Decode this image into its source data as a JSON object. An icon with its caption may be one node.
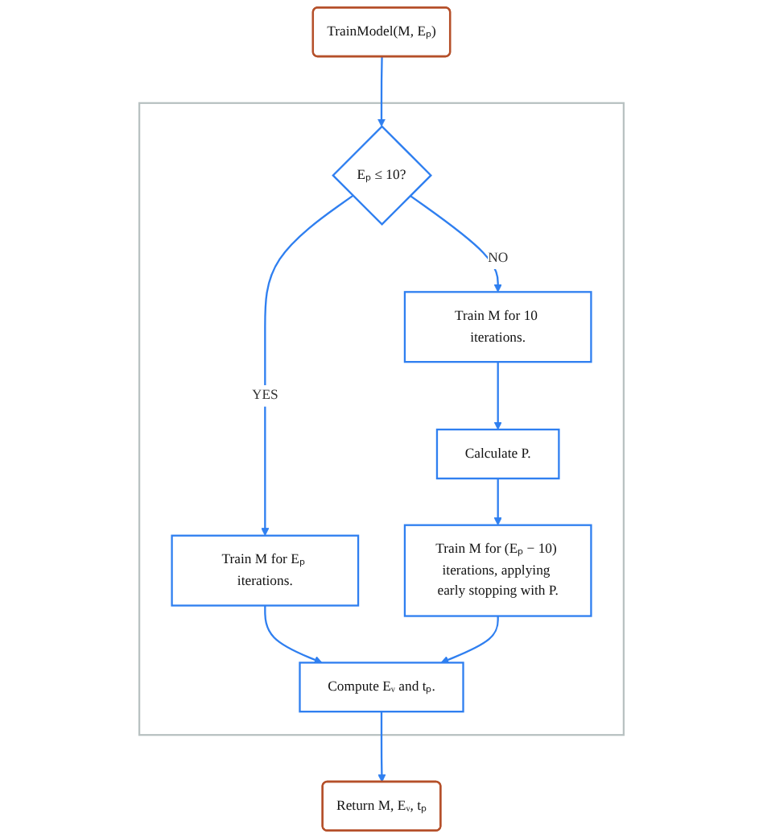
{
  "diagram": {
    "nodes": [
      {
        "text": [
          "TrainModel(M, Eₚ)"
        ]
      },
      {
        "text": [],
        "shape": "box"
      },
      {
        "text": [
          "Eₚ ≤ 10?"
        ],
        "in": 1
      },
      {
        "text": [
          "Train M for Eₚ iterations."
        ],
        "in": 1
      },
      {
        "text": [
          "Train M for 10 iterations."
        ],
        "in": 1
      },
      {
        "text": [
          "Compute Eᵥ and tₚ."
        ],
        "in": 1
      },
      {
        "text": [
          "Calculate P."
        ],
        "in": 1
      },
      {
        "text": [
          "Train M for (Eₚ − 10) iterations, applying early stopping with P."
        ],
        "in": 1
      },
      {
        "text": [
          "Return M, Eᵥ, tₚ"
        ]
      }
    ],
    "edges": [
      {
        "from": 0,
        "to": 2,
        "arrow": "to"
      },
      {
        "from": 2,
        "to": 3,
        "label": "YES",
        "arrow": "to"
      },
      {
        "from": 2,
        "to": 4,
        "label": "NO",
        "arrow": "to"
      },
      {
        "from": 3,
        "to": 5,
        "arrow": "to"
      },
      {
        "from": 4,
        "to": 6,
        "arrow": "to"
      },
      {
        "from": 6,
        "to": 7,
        "arrow": "to"
      },
      {
        "from": 7,
        "to": 5,
        "arrow": "to"
      },
      {
        "from": 5,
        "to": 8,
        "arrow": "to"
      }
    ]
  }
}
